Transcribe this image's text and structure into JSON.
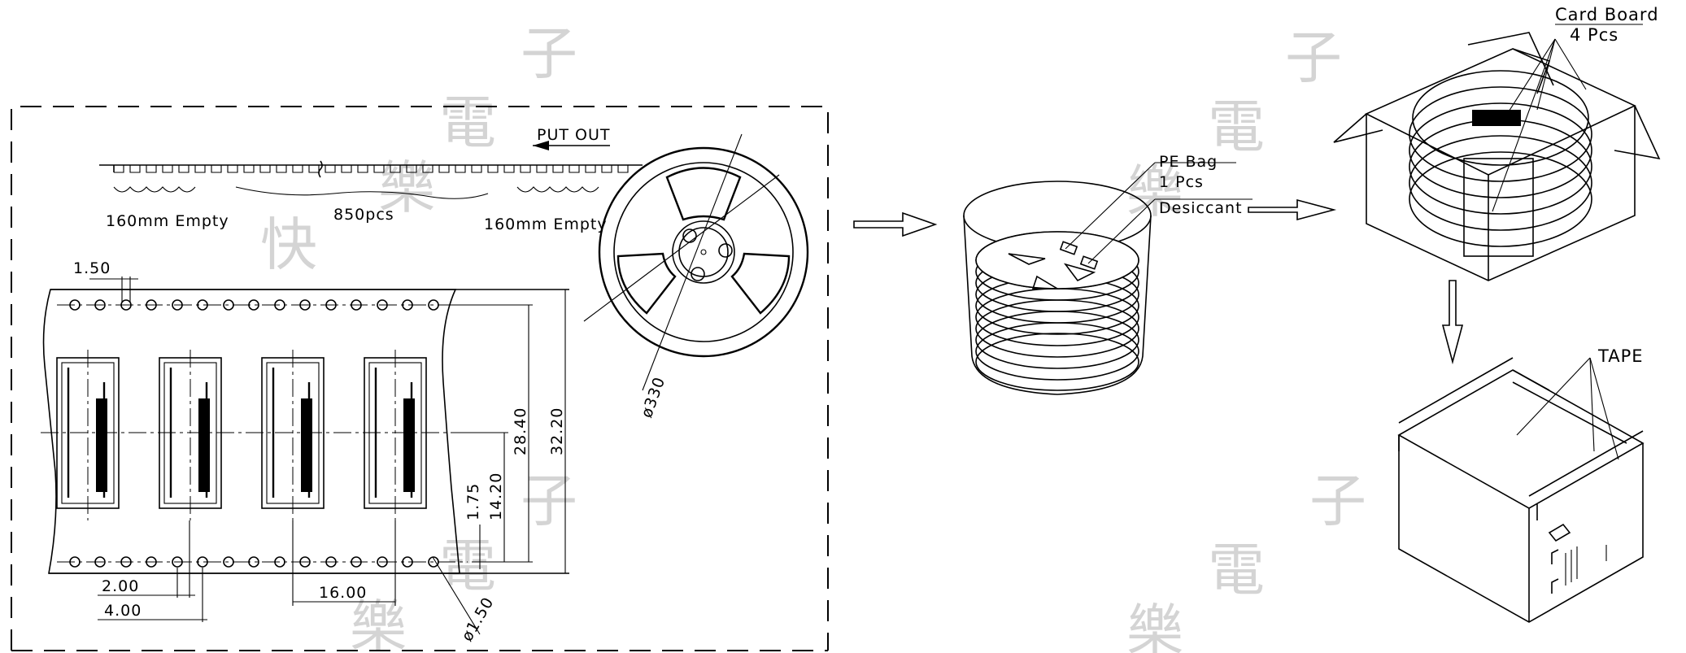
{
  "diagram": {
    "tape": {
      "put_out": "PUT OUT",
      "leader": "160mm Empty",
      "quantity": "850pcs",
      "trailer": "160mm Empty"
    },
    "reel": {
      "diameter": "ø330"
    },
    "dimensions": {
      "sprocket_pitch_small": "1.50",
      "hole_to_pocket": "2.00",
      "hole_pitch": "4.00",
      "pocket_pitch": "16.00",
      "hole_diameter": "ø1.50",
      "edge_offset": "1.75",
      "center_offset": "14.20",
      "pocket_width": "28.40",
      "tape_width": "32.20"
    },
    "bag": {
      "label": "PE Bag",
      "count": "1 Pcs",
      "desiccant": "Desiccant"
    },
    "box": {
      "card_board": "Card Board",
      "card_count": "4 Pcs",
      "tape": "TAPE"
    },
    "watermark": [
      "快",
      "樂",
      "電",
      "子"
    ]
  }
}
